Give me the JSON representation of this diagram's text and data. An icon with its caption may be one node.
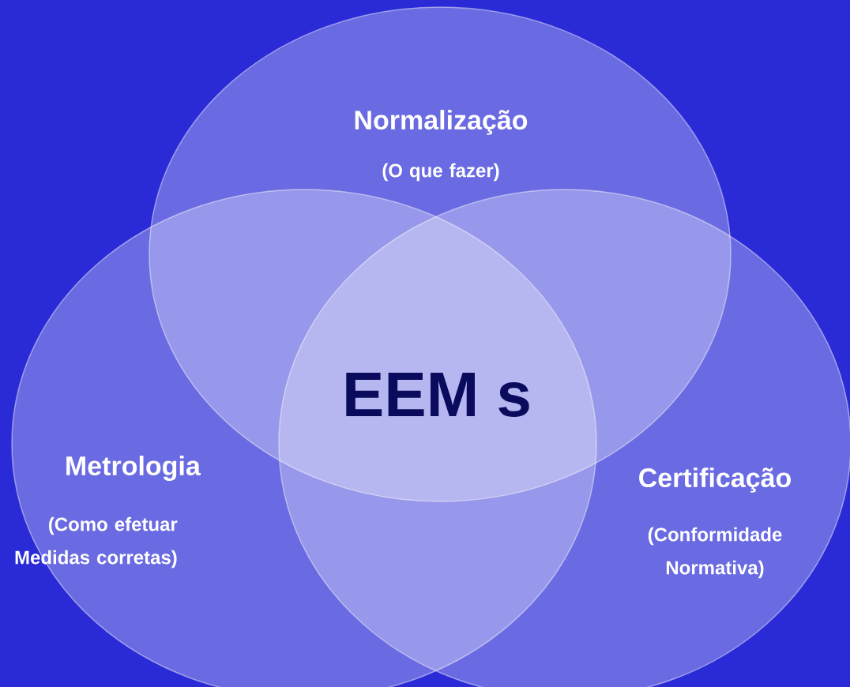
{
  "diagram": {
    "nodes": [
      {
        "text": [
          "Normalização",
          "(O que fazer)"
        ]
      },
      {
        "text": [
          "Metrologia",
          "(Como efetuar Medidas corretas)"
        ]
      },
      {
        "text": [
          "Certificação",
          "(Conformidade Normativa)"
        ]
      }
    ],
    "labels": [
      "EEM s"
    ]
  }
}
